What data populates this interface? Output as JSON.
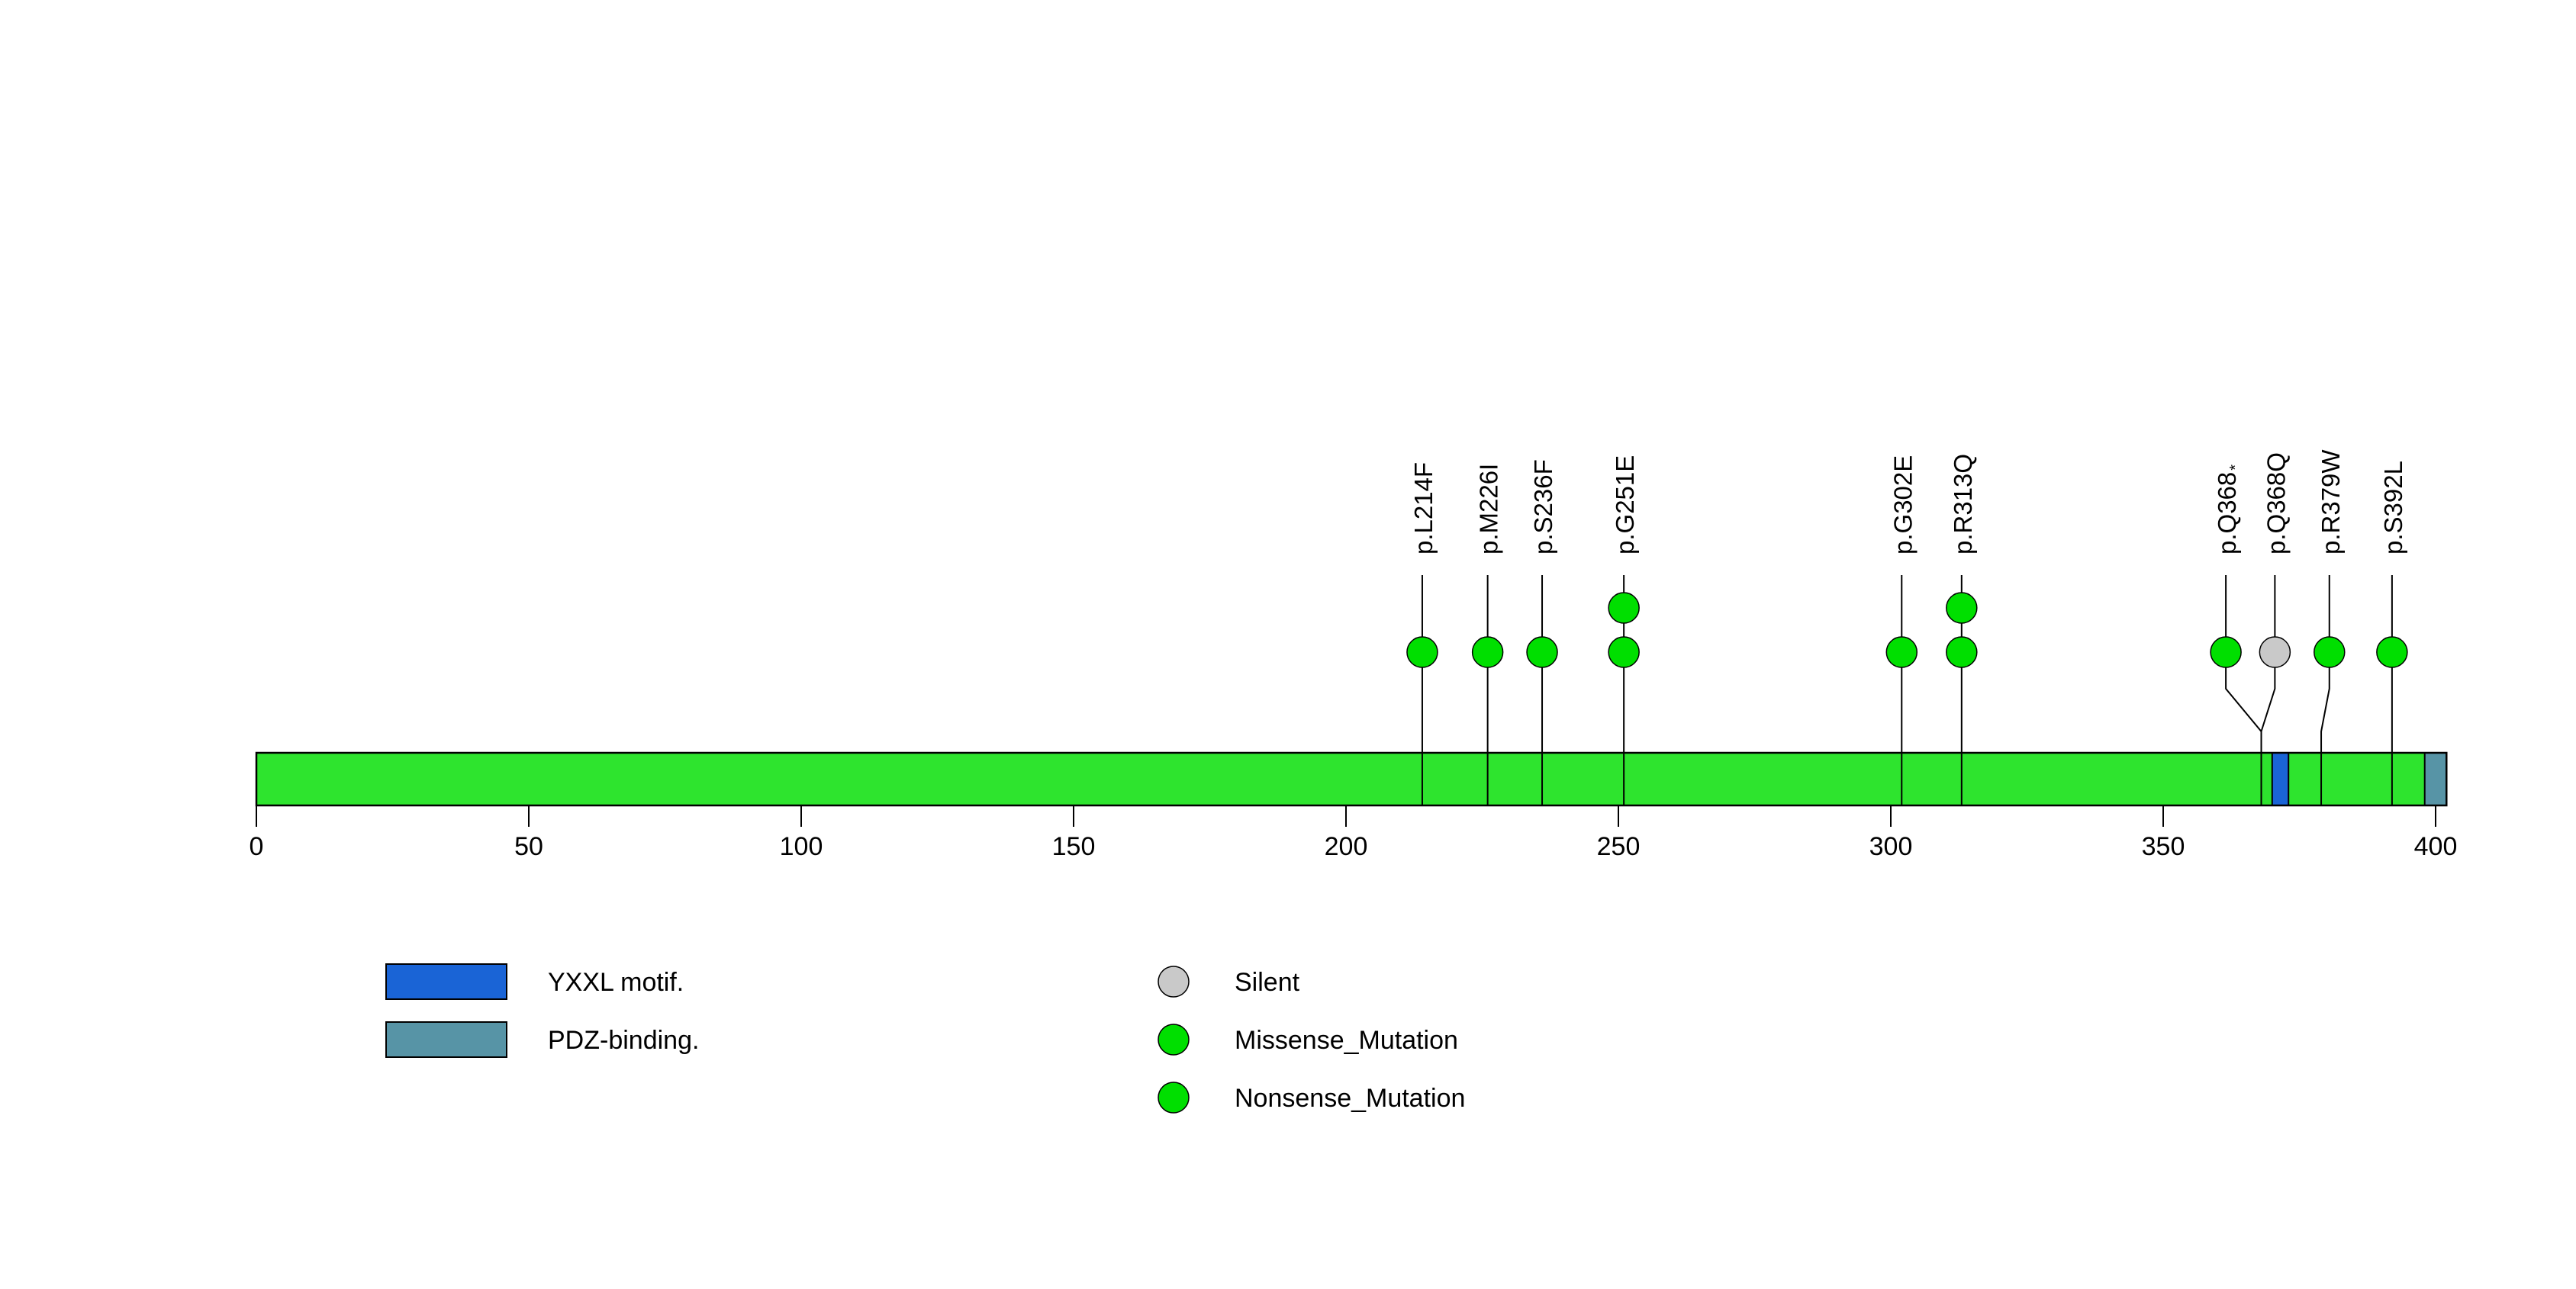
{
  "chart_data": {
    "type": "lollipop",
    "title": "",
    "protein": {
      "length": 402,
      "bar_color": "#2EE42E"
    },
    "axis": {
      "xlim": [
        0,
        402
      ],
      "ticks": [
        0,
        50,
        100,
        150,
        200,
        250,
        300,
        350,
        400
      ],
      "grid": false
    },
    "domains": [
      {
        "name": "YXXL motif.",
        "start": 370,
        "end": 373,
        "color": "#1A64D6"
      },
      {
        "name": "PDZ-binding.",
        "start": 398,
        "end": 402,
        "color": "#5794A6"
      }
    ],
    "mutations": [
      {
        "label": "p.L214F",
        "pos": 214,
        "count": 1,
        "type": "Missense_Mutation"
      },
      {
        "label": "p.M226I",
        "pos": 226,
        "count": 1,
        "type": "Missense_Mutation"
      },
      {
        "label": "p.S236F",
        "pos": 236,
        "count": 1,
        "type": "Missense_Mutation"
      },
      {
        "label": "p.G251E",
        "pos": 251,
        "count": 2,
        "type": "Missense_Mutation"
      },
      {
        "label": "p.G302E",
        "pos": 302,
        "count": 1,
        "type": "Missense_Mutation"
      },
      {
        "label": "p.R313Q",
        "pos": 313,
        "count": 2,
        "type": "Missense_Mutation"
      },
      {
        "label": "p.Q368*",
        "pos": 368,
        "circle_pos": 361.5,
        "count": 1,
        "type": "Nonsense_Mutation"
      },
      {
        "label": "p.Q368Q",
        "pos": 368,
        "circle_pos": 370.5,
        "count": 1,
        "type": "Silent"
      },
      {
        "label": "p.R379W",
        "pos": 379,
        "circle_pos": 380.5,
        "count": 1,
        "type": "Missense_Mutation"
      },
      {
        "label": "p.S392L",
        "pos": 392,
        "count": 1,
        "type": "Missense_Mutation"
      }
    ],
    "mutation_colors": {
      "Silent": "#C9C9C9",
      "Missense_Mutation": "#00DF00",
      "Nonsense_Mutation": "#00DF00"
    },
    "legend": {
      "domains": [
        {
          "label": "YXXL motif.",
          "color": "#1A64D6"
        },
        {
          "label": "PDZ-binding.",
          "color": "#5794A6"
        }
      ],
      "mutation_types": [
        {
          "label": "Silent",
          "color": "#C9C9C9"
        },
        {
          "label": "Missense_Mutation",
          "color": "#00DF00"
        },
        {
          "label": "Nonsense_Mutation",
          "color": "#00DF00"
        }
      ]
    }
  }
}
